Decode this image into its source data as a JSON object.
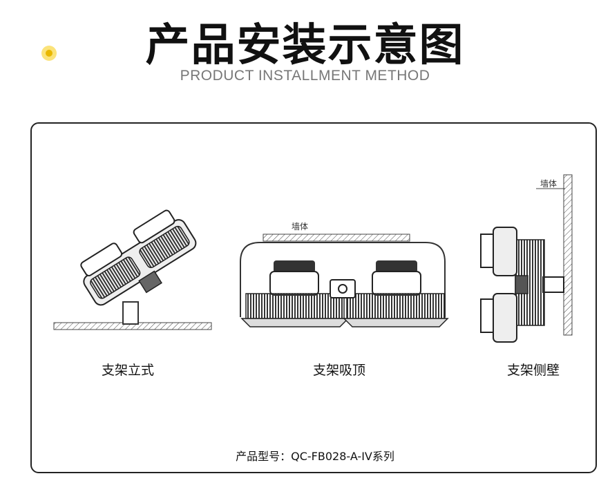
{
  "header": {
    "title": "产品安装示意图",
    "subtitle": "PRODUCT INSTALLMENT METHOD",
    "bullet_icon": "target-dot-icon",
    "accent_color": "#e9b800"
  },
  "diagram": {
    "mounts": [
      {
        "label": "支架立式"
      },
      {
        "label": "支架吸顶",
        "wall_label": "墙体"
      },
      {
        "label": "支架侧壁",
        "wall_label": "墙体"
      }
    ],
    "model_text": "产品型号：QC-FB028-A-IV系列"
  }
}
